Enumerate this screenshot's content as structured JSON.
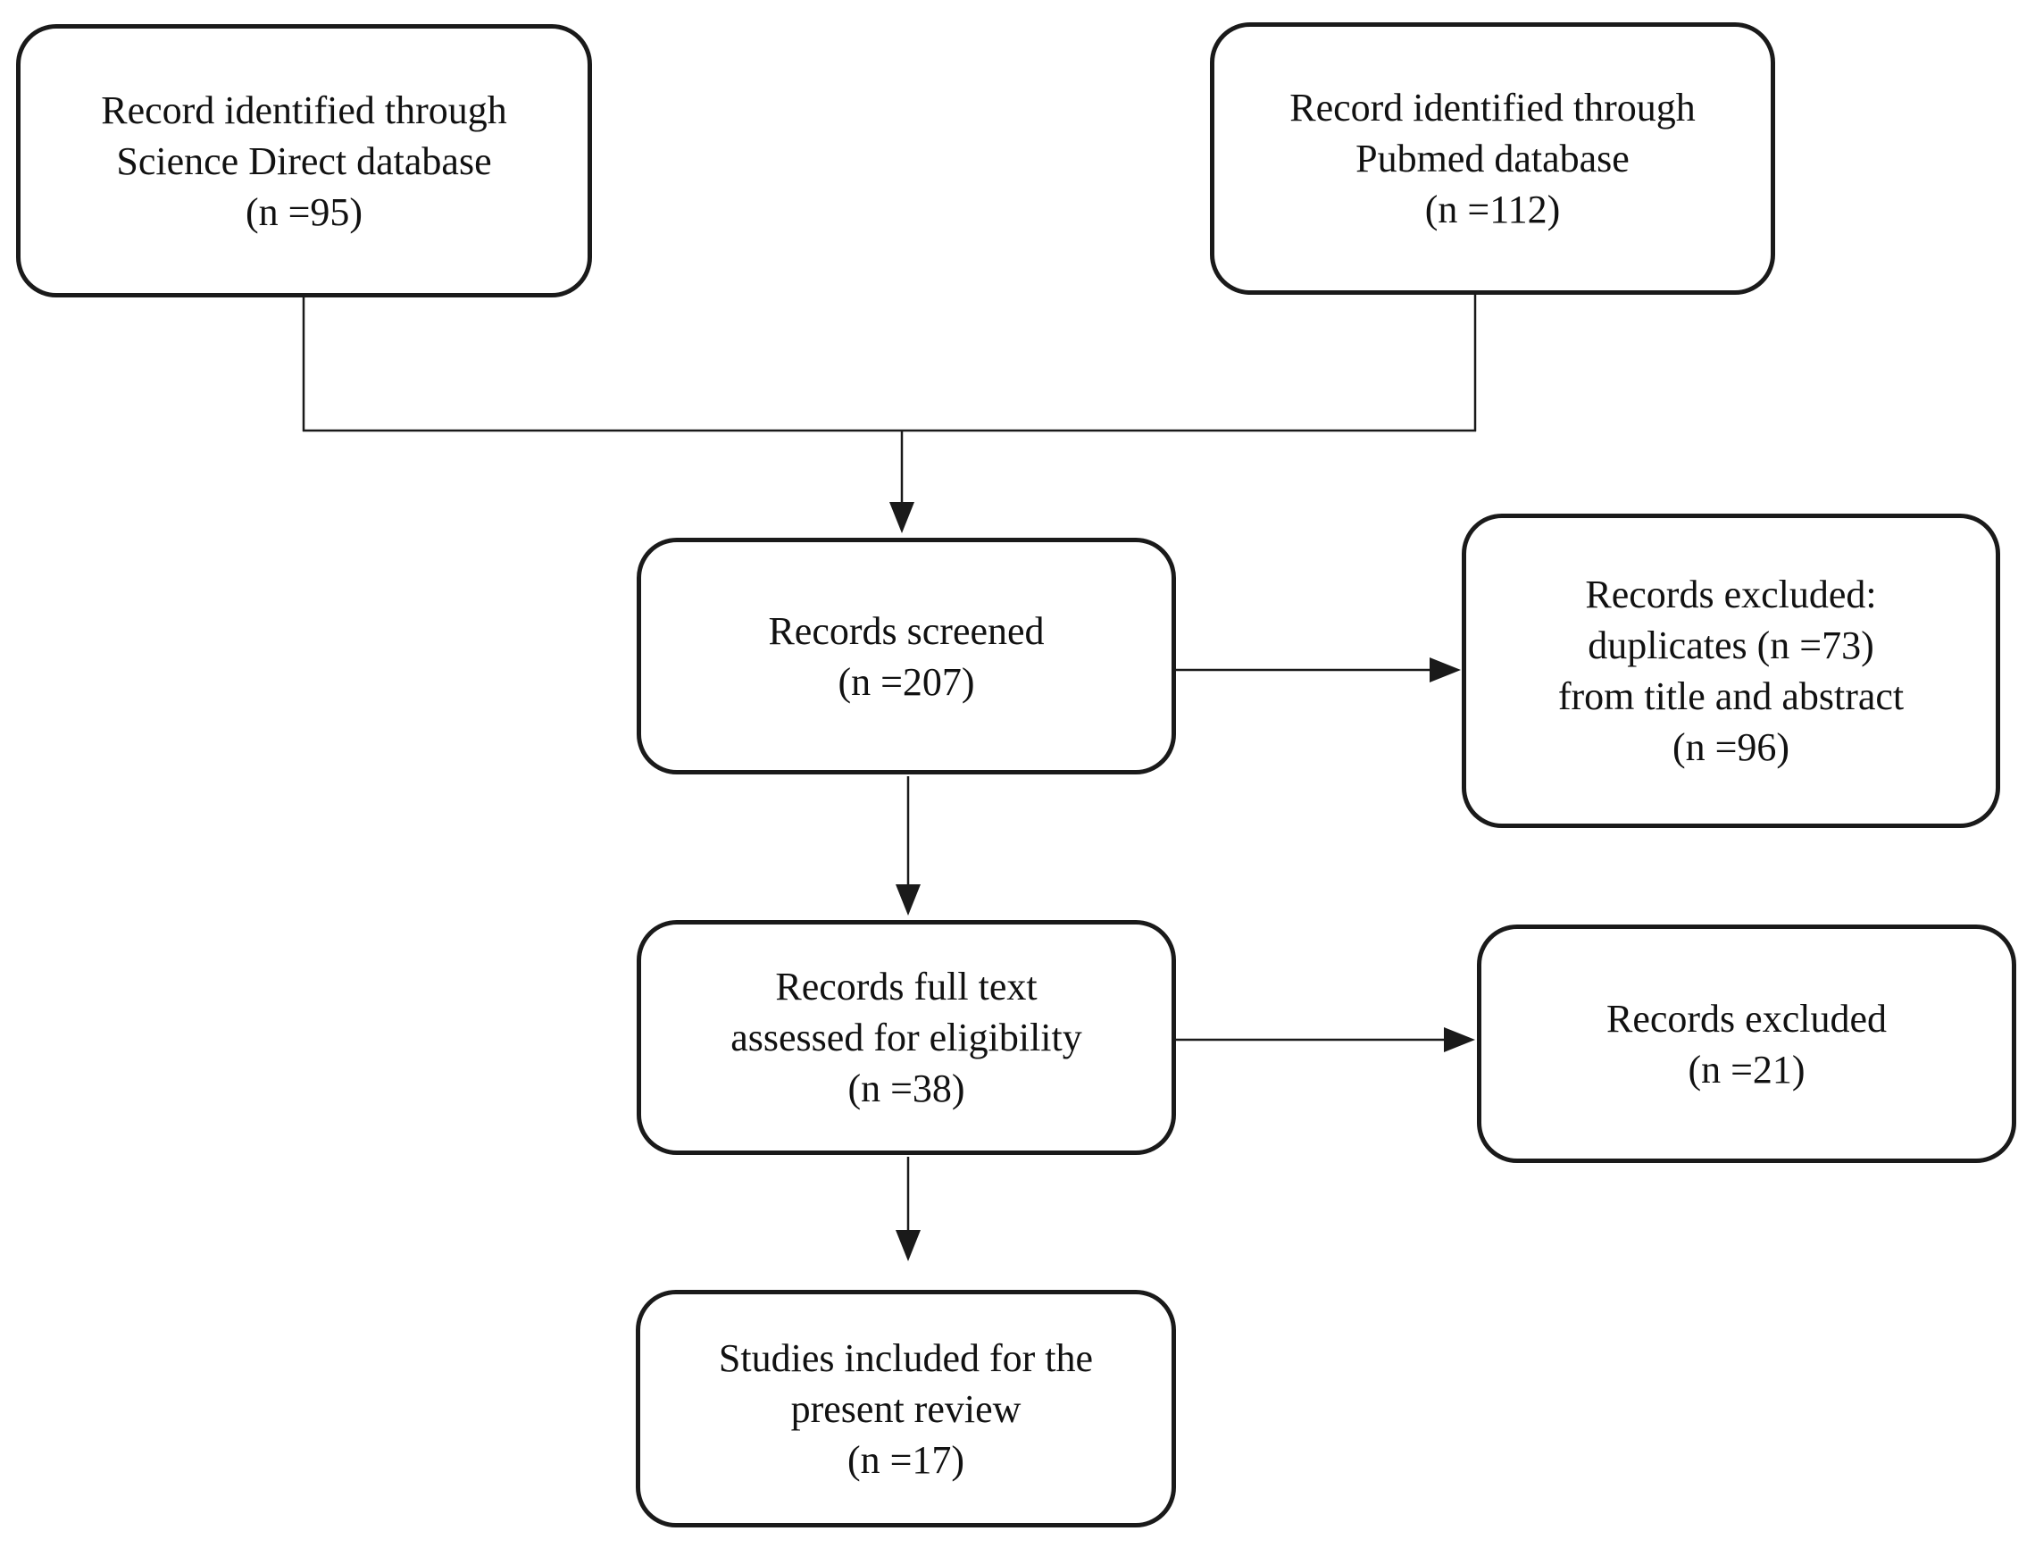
{
  "colors": {
    "background": "#ffffff",
    "stroke": "#1a1a1a",
    "text": "#111111"
  },
  "flowchart": {
    "boxes": {
      "sciencedirect": {
        "lines": [
          "Record identified through",
          "Science Direct database",
          "(n =95)"
        ]
      },
      "pubmed": {
        "lines": [
          "Record identified through",
          "Pubmed database",
          "(n =112)"
        ]
      },
      "screened": {
        "lines": [
          "Records screened",
          "(n =207)"
        ]
      },
      "excluded_duplicates": {
        "lines": [
          "Records excluded:",
          "duplicates (n =73)",
          "from title and abstract",
          "(n =96)"
        ]
      },
      "fulltext": {
        "lines": [
          "Records full text",
          "assessed for eligibility",
          "(n =38)"
        ]
      },
      "excluded_fulltext": {
        "lines": [
          "Records excluded",
          "(n =21)"
        ]
      },
      "included": {
        "lines": [
          "Studies included for the",
          "present review",
          "(n =17)"
        ]
      }
    },
    "edges": [
      {
        "from": "sciencedirect",
        "to": "screened",
        "type": "merge-arrow"
      },
      {
        "from": "pubmed",
        "to": "screened",
        "type": "merge-arrow"
      },
      {
        "from": "screened",
        "to": "excluded_duplicates",
        "type": "arrow-right"
      },
      {
        "from": "screened",
        "to": "fulltext",
        "type": "arrow-down"
      },
      {
        "from": "fulltext",
        "to": "excluded_fulltext",
        "type": "arrow-right"
      },
      {
        "from": "fulltext",
        "to": "included",
        "type": "arrow-down"
      }
    ]
  }
}
